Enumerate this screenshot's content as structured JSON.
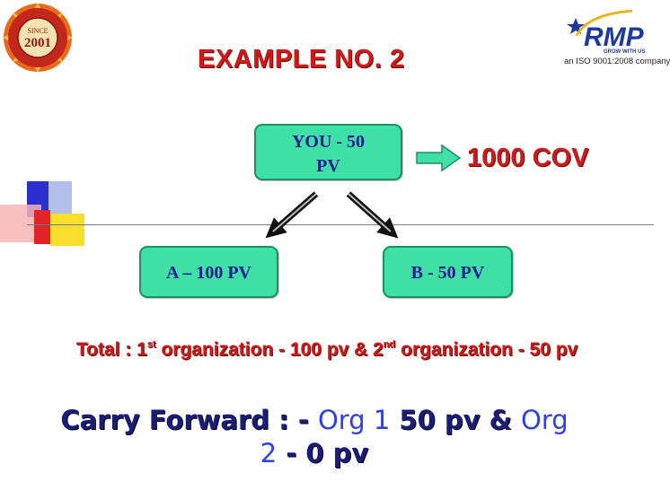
{
  "seal": {
    "year": "2001",
    "since": "SINCE"
  },
  "rmp": {
    "logo": "RMP",
    "slogan": "GROW WITH US",
    "tagline": "an ISO 9001:2008 company"
  },
  "title": "EXAMPLE NO. 2",
  "boxes": {
    "you_line1": "YOU - 50",
    "you_line2": "PV",
    "a": "A – 100 PV",
    "b": "B - 50 PV"
  },
  "cov": "1000 COV",
  "total": {
    "prefix": "Total : 1",
    "sup1": "st",
    "mid": " organization - 100 pv & 2",
    "sup2": "nd",
    "suffix": " organization - 50 pv"
  },
  "carry": {
    "part1": "Carry Forward : - ",
    "org1": "Org 1",
    "part2": " 50 pv & ",
    "org2": "Org 2",
    "part3": " - 0 pv"
  },
  "colors": {
    "red": "#cc1b1b",
    "box": "#3ee0a6",
    "navy": "#1b1b7a",
    "blue": "#2f3fe0"
  }
}
